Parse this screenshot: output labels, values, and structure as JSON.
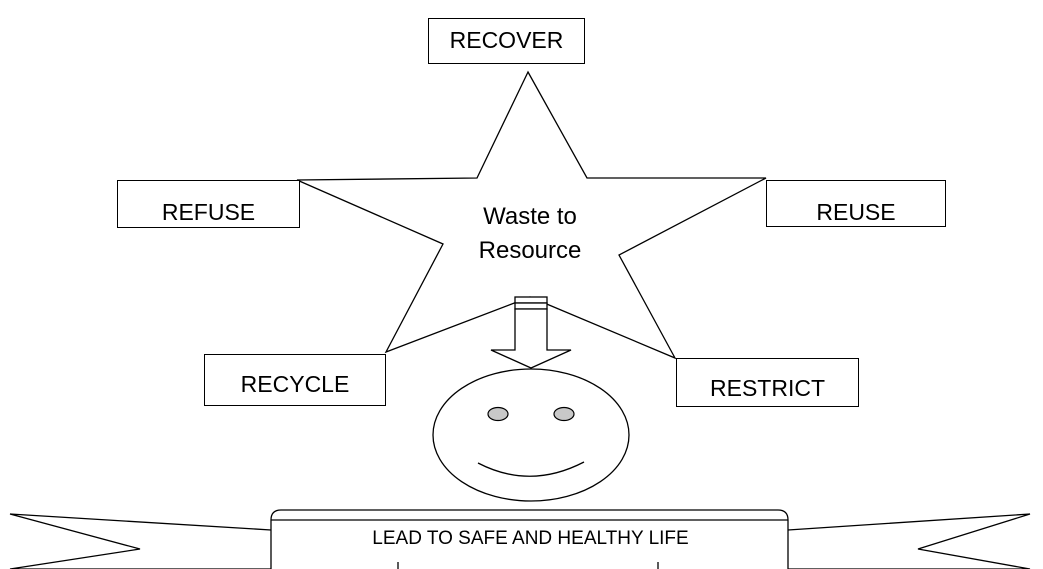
{
  "diagram": {
    "top_label": "RECOVER",
    "left_label": "REFUSE",
    "right_label": "REUSE",
    "bottom_left_label": "RECYCLE",
    "bottom_right_label": "RESTRICT",
    "center_line1": "Waste to",
    "center_line2": "Resource",
    "banner_label": "LEAD TO SAFE AND HEALTHY LIFE"
  },
  "colors": {
    "stroke": "#000000",
    "background": "#ffffff",
    "eye_fill": "#c8c8c8"
  }
}
